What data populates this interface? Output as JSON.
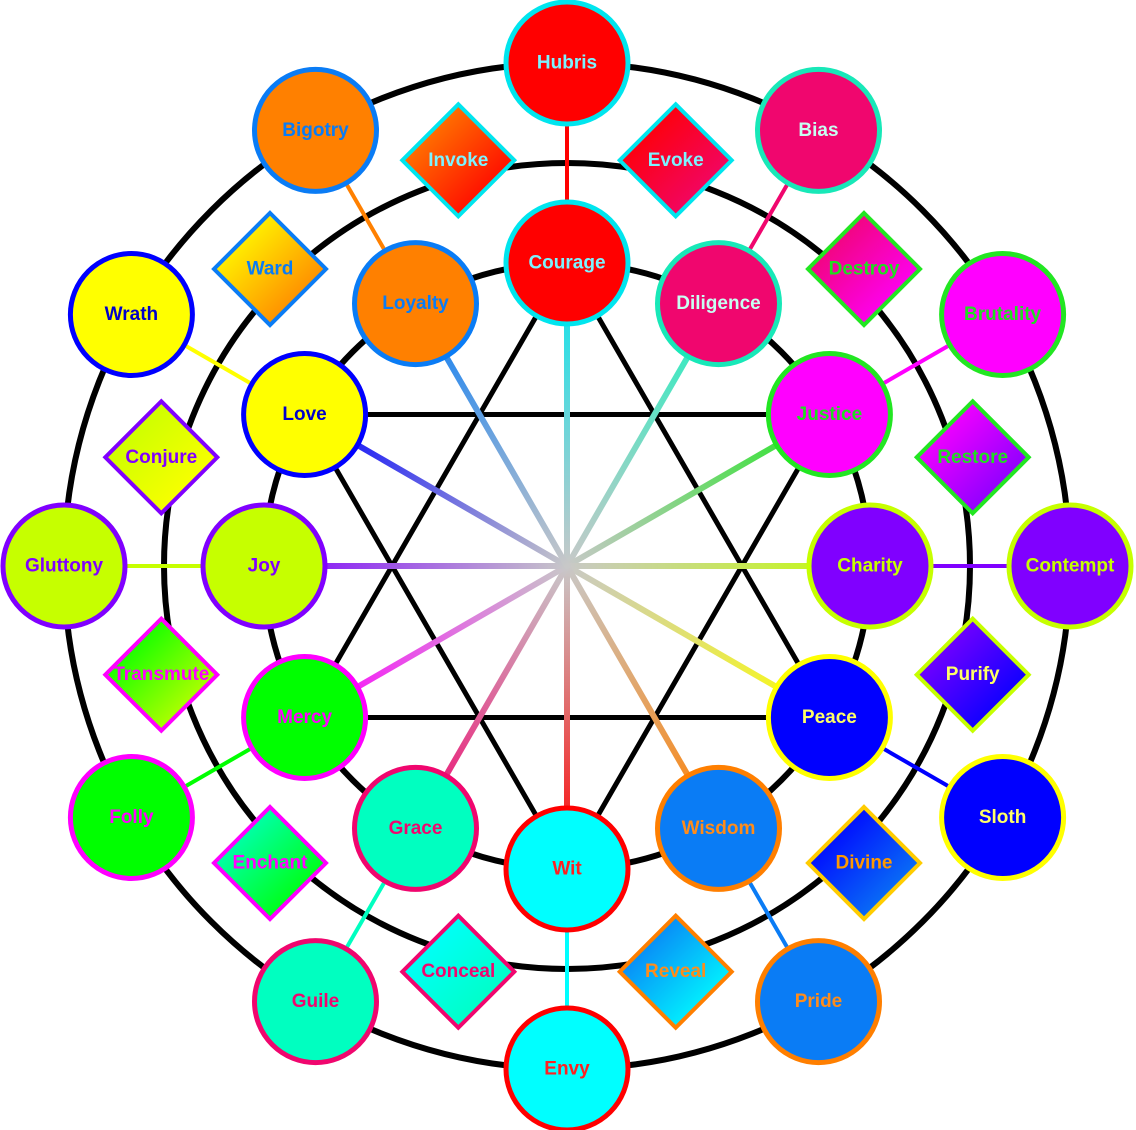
{
  "virtues": [
    {
      "id": "courage",
      "label": "Courage",
      "fill": "#ff0000",
      "ring": "#00e5ee",
      "text": "#7cf3ff",
      "link": "#00e5ee"
    },
    {
      "id": "diligence",
      "label": "Diligence",
      "fill": "#f0066e",
      "ring": "#18e8b8",
      "text": "#c7fff2",
      "link": "#1ef0c0"
    },
    {
      "id": "justice",
      "label": "Justice",
      "fill": "#ff00ff",
      "ring": "#22e622",
      "text": "#22dd22",
      "link": "#22e622"
    },
    {
      "id": "charity",
      "label": "Charity",
      "fill": "#8000ff",
      "ring": "#c6ff00",
      "text": "#c6ff00",
      "link": "#c6ff00"
    },
    {
      "id": "peace",
      "label": "Peace",
      "fill": "#0000ff",
      "ring": "#ffff00",
      "text": "#ffff66",
      "link": "#ffff00"
    },
    {
      "id": "wisdom",
      "label": "Wisdom",
      "fill": "#0a7cf5",
      "ring": "#ff7f00",
      "text": "#ff8c1a",
      "link": "#ff7f00"
    },
    {
      "id": "wit",
      "label": "Wit",
      "fill": "#00ffff",
      "ring": "#ff0000",
      "text": "#ff2020",
      "link": "#ff0000"
    },
    {
      "id": "grace",
      "label": "Grace",
      "fill": "#00ffc0",
      "ring": "#f0066e",
      "text": "#f0066e",
      "link": "#f0066e"
    },
    {
      "id": "mercy",
      "label": "Mercy",
      "fill": "#00ff00",
      "ring": "#ff00ff",
      "text": "#ff00ff",
      "link": "#ff00ff"
    },
    {
      "id": "joy",
      "label": "Joy",
      "fill": "#c6ff00",
      "ring": "#8000ff",
      "text": "#8000ff",
      "link": "#8000ff"
    },
    {
      "id": "love",
      "label": "Love",
      "fill": "#ffff00",
      "ring": "#0000ff",
      "text": "#0000cc",
      "link": "#0000ff"
    },
    {
      "id": "loyalty",
      "label": "Loyalty",
      "fill": "#ff8000",
      "ring": "#0a7cf5",
      "text": "#0a7cf5",
      "link": "#0a7cf5"
    }
  ],
  "vices": [
    {
      "id": "hubris",
      "label": "Hubris",
      "fill": "#ff0000",
      "ring": "#00e5ee",
      "text": "#7cf3ff",
      "link": "#ff0000"
    },
    {
      "id": "bias",
      "label": "Bias",
      "fill": "#f0066e",
      "ring": "#18e8b8",
      "text": "#c7fff2",
      "link": "#f0066e"
    },
    {
      "id": "brutality",
      "label": "Brutality",
      "fill": "#ff00ff",
      "ring": "#22e622",
      "text": "#22dd22",
      "link": "#ff00ff"
    },
    {
      "id": "contempt",
      "label": "Contempt",
      "fill": "#8000ff",
      "ring": "#c6ff00",
      "text": "#c6ff00",
      "link": "#8000ff"
    },
    {
      "id": "sloth",
      "label": "Sloth",
      "fill": "#0000ff",
      "ring": "#ffff00",
      "text": "#ffff66",
      "link": "#0000ff"
    },
    {
      "id": "pride",
      "label": "Pride",
      "fill": "#0a7cf5",
      "ring": "#ff7f00",
      "text": "#ff8c1a",
      "link": "#0a7cf5"
    },
    {
      "id": "envy",
      "label": "Envy",
      "fill": "#00ffff",
      "ring": "#ff0000",
      "text": "#ff2020",
      "link": "#00ffff"
    },
    {
      "id": "guile",
      "label": "Guile",
      "fill": "#00ffc0",
      "ring": "#f0066e",
      "text": "#f0066e",
      "link": "#00ffc0"
    },
    {
      "id": "folly",
      "label": "Folly",
      "fill": "#00ff00",
      "ring": "#ff00ff",
      "text": "#ff00ff",
      "link": "#00ff00"
    },
    {
      "id": "gluttony",
      "label": "Gluttony",
      "fill": "#c6ff00",
      "ring": "#8000ff",
      "text": "#8000ff",
      "link": "#c6ff00"
    },
    {
      "id": "wrath",
      "label": "Wrath",
      "fill": "#ffff00",
      "ring": "#0000ff",
      "text": "#0000cc",
      "link": "#ffff00"
    },
    {
      "id": "bigotry",
      "label": "Bigotry",
      "fill": "#ff8000",
      "ring": "#0a7cf5",
      "text": "#0a7cf5",
      "link": "#ff8000"
    }
  ],
  "actions": [
    {
      "id": "evoke",
      "label": "Evoke",
      "from": "#ff0000",
      "to": "#f0066e",
      "border": "#00e5ee",
      "text": "#7cf3ff"
    },
    {
      "id": "destroy",
      "label": "Destroy",
      "from": "#f0066e",
      "to": "#ff00ff",
      "border": "#22e622",
      "text": "#22dd22"
    },
    {
      "id": "restore",
      "label": "Restore",
      "from": "#ff00ff",
      "to": "#8000ff",
      "border": "#22e622",
      "text": "#22dd22"
    },
    {
      "id": "purify",
      "label": "Purify",
      "from": "#8000ff",
      "to": "#0000ff",
      "border": "#c6ff00",
      "text": "#ffff66"
    },
    {
      "id": "divine",
      "label": "Divine",
      "from": "#0000ff",
      "to": "#0a7cf5",
      "border": "#ffcc00",
      "text": "#ff9900"
    },
    {
      "id": "reveal",
      "label": "Reveal",
      "from": "#0a7cf5",
      "to": "#00ffff",
      "border": "#ff7f00",
      "text": "#ff8c1a"
    },
    {
      "id": "conceal",
      "label": "Conceal",
      "from": "#00ffff",
      "to": "#00ffc0",
      "border": "#f0066e",
      "text": "#f0066e"
    },
    {
      "id": "enchant",
      "label": "Enchant",
      "from": "#00ffc0",
      "to": "#00ff00",
      "border": "#ff00ff",
      "text": "#ff00ff"
    },
    {
      "id": "transmute",
      "label": "Transmute",
      "from": "#00ff00",
      "to": "#c6ff00",
      "border": "#ff00ff",
      "text": "#ff00ff"
    },
    {
      "id": "conjure",
      "label": "Conjure",
      "from": "#c6ff00",
      "to": "#ffff00",
      "border": "#8000ff",
      "text": "#8000ff"
    },
    {
      "id": "ward",
      "label": "Ward",
      "from": "#ffff00",
      "to": "#ff8000",
      "border": "#0a7cf5",
      "text": "#0a7cf5"
    },
    {
      "id": "invoke",
      "label": "Invoke",
      "from": "#ff8000",
      "to": "#ff0000",
      "border": "#00e5ee",
      "text": "#7cf3ff"
    }
  ]
}
